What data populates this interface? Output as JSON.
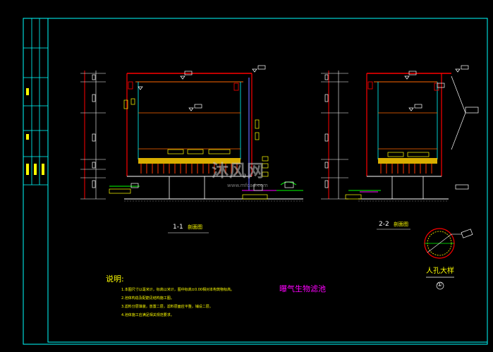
{
  "colors": {
    "background": "#000000",
    "frame": "#00ffff",
    "wall": "#ff0000",
    "text": "#ffff00",
    "dimension": "#ffffff",
    "media": "#ffcc00",
    "pipe": "#ff00ff",
    "water": "#00ff00"
  },
  "section_1": {
    "number": "1-1",
    "name": "剖面图"
  },
  "section_2": {
    "number": "2-2",
    "name": "剖面图"
  },
  "manhole": {
    "title": "人孔大样",
    "mark": "①"
  },
  "notes": {
    "heading": "说明:",
    "lines": [
      "1.本图尺寸以毫米计，标高以米计，图中标高±0.00相对本构筑物标高。",
      "2.池体构造及配筋见结构施工图。",
      "3.滤料分层填装，放置二层，滤料层面应平整，铺设二层。",
      "4.池体施工应满足相关规范要求。"
    ]
  },
  "drawing_title": "曝气生物滤池",
  "watermark": {
    "main": "沐风网",
    "sub": "www.mfcad.com"
  }
}
